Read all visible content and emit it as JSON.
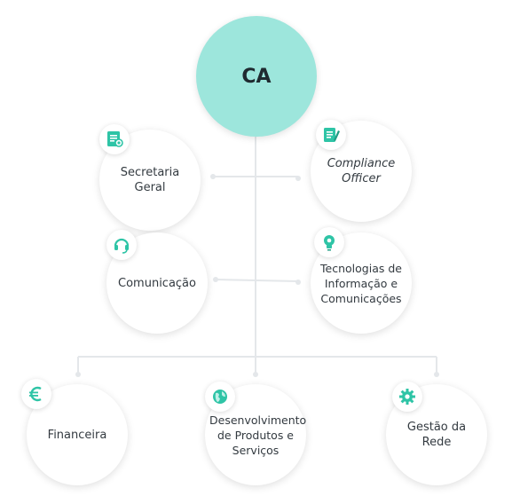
{
  "root": {
    "label": "CA"
  },
  "units": {
    "secretaria": "Secretaria Geral",
    "compliance": "Compliance Officer",
    "comunicacao": "Comunicação",
    "tecnologias": "Tecnologias de Informação e Comunicações",
    "financeira": "Financeira",
    "desenvolvimento": "Desenvolvimento de Produtos e Serviços",
    "gestao": "Gestão da Rede"
  },
  "icons": {
    "secretaria": "document-stamp-icon",
    "compliance": "clipboard-pen-icon",
    "comunicacao": "headset-icon",
    "tecnologias": "lightbulb-gear-icon",
    "financeira": "euro-icon",
    "desenvolvimento": "globe-icon",
    "gestao": "gear-icon"
  },
  "colors": {
    "root_fill": "#9de6dc",
    "accent": "#2ec4a6",
    "connector": "#e4e7ea"
  }
}
